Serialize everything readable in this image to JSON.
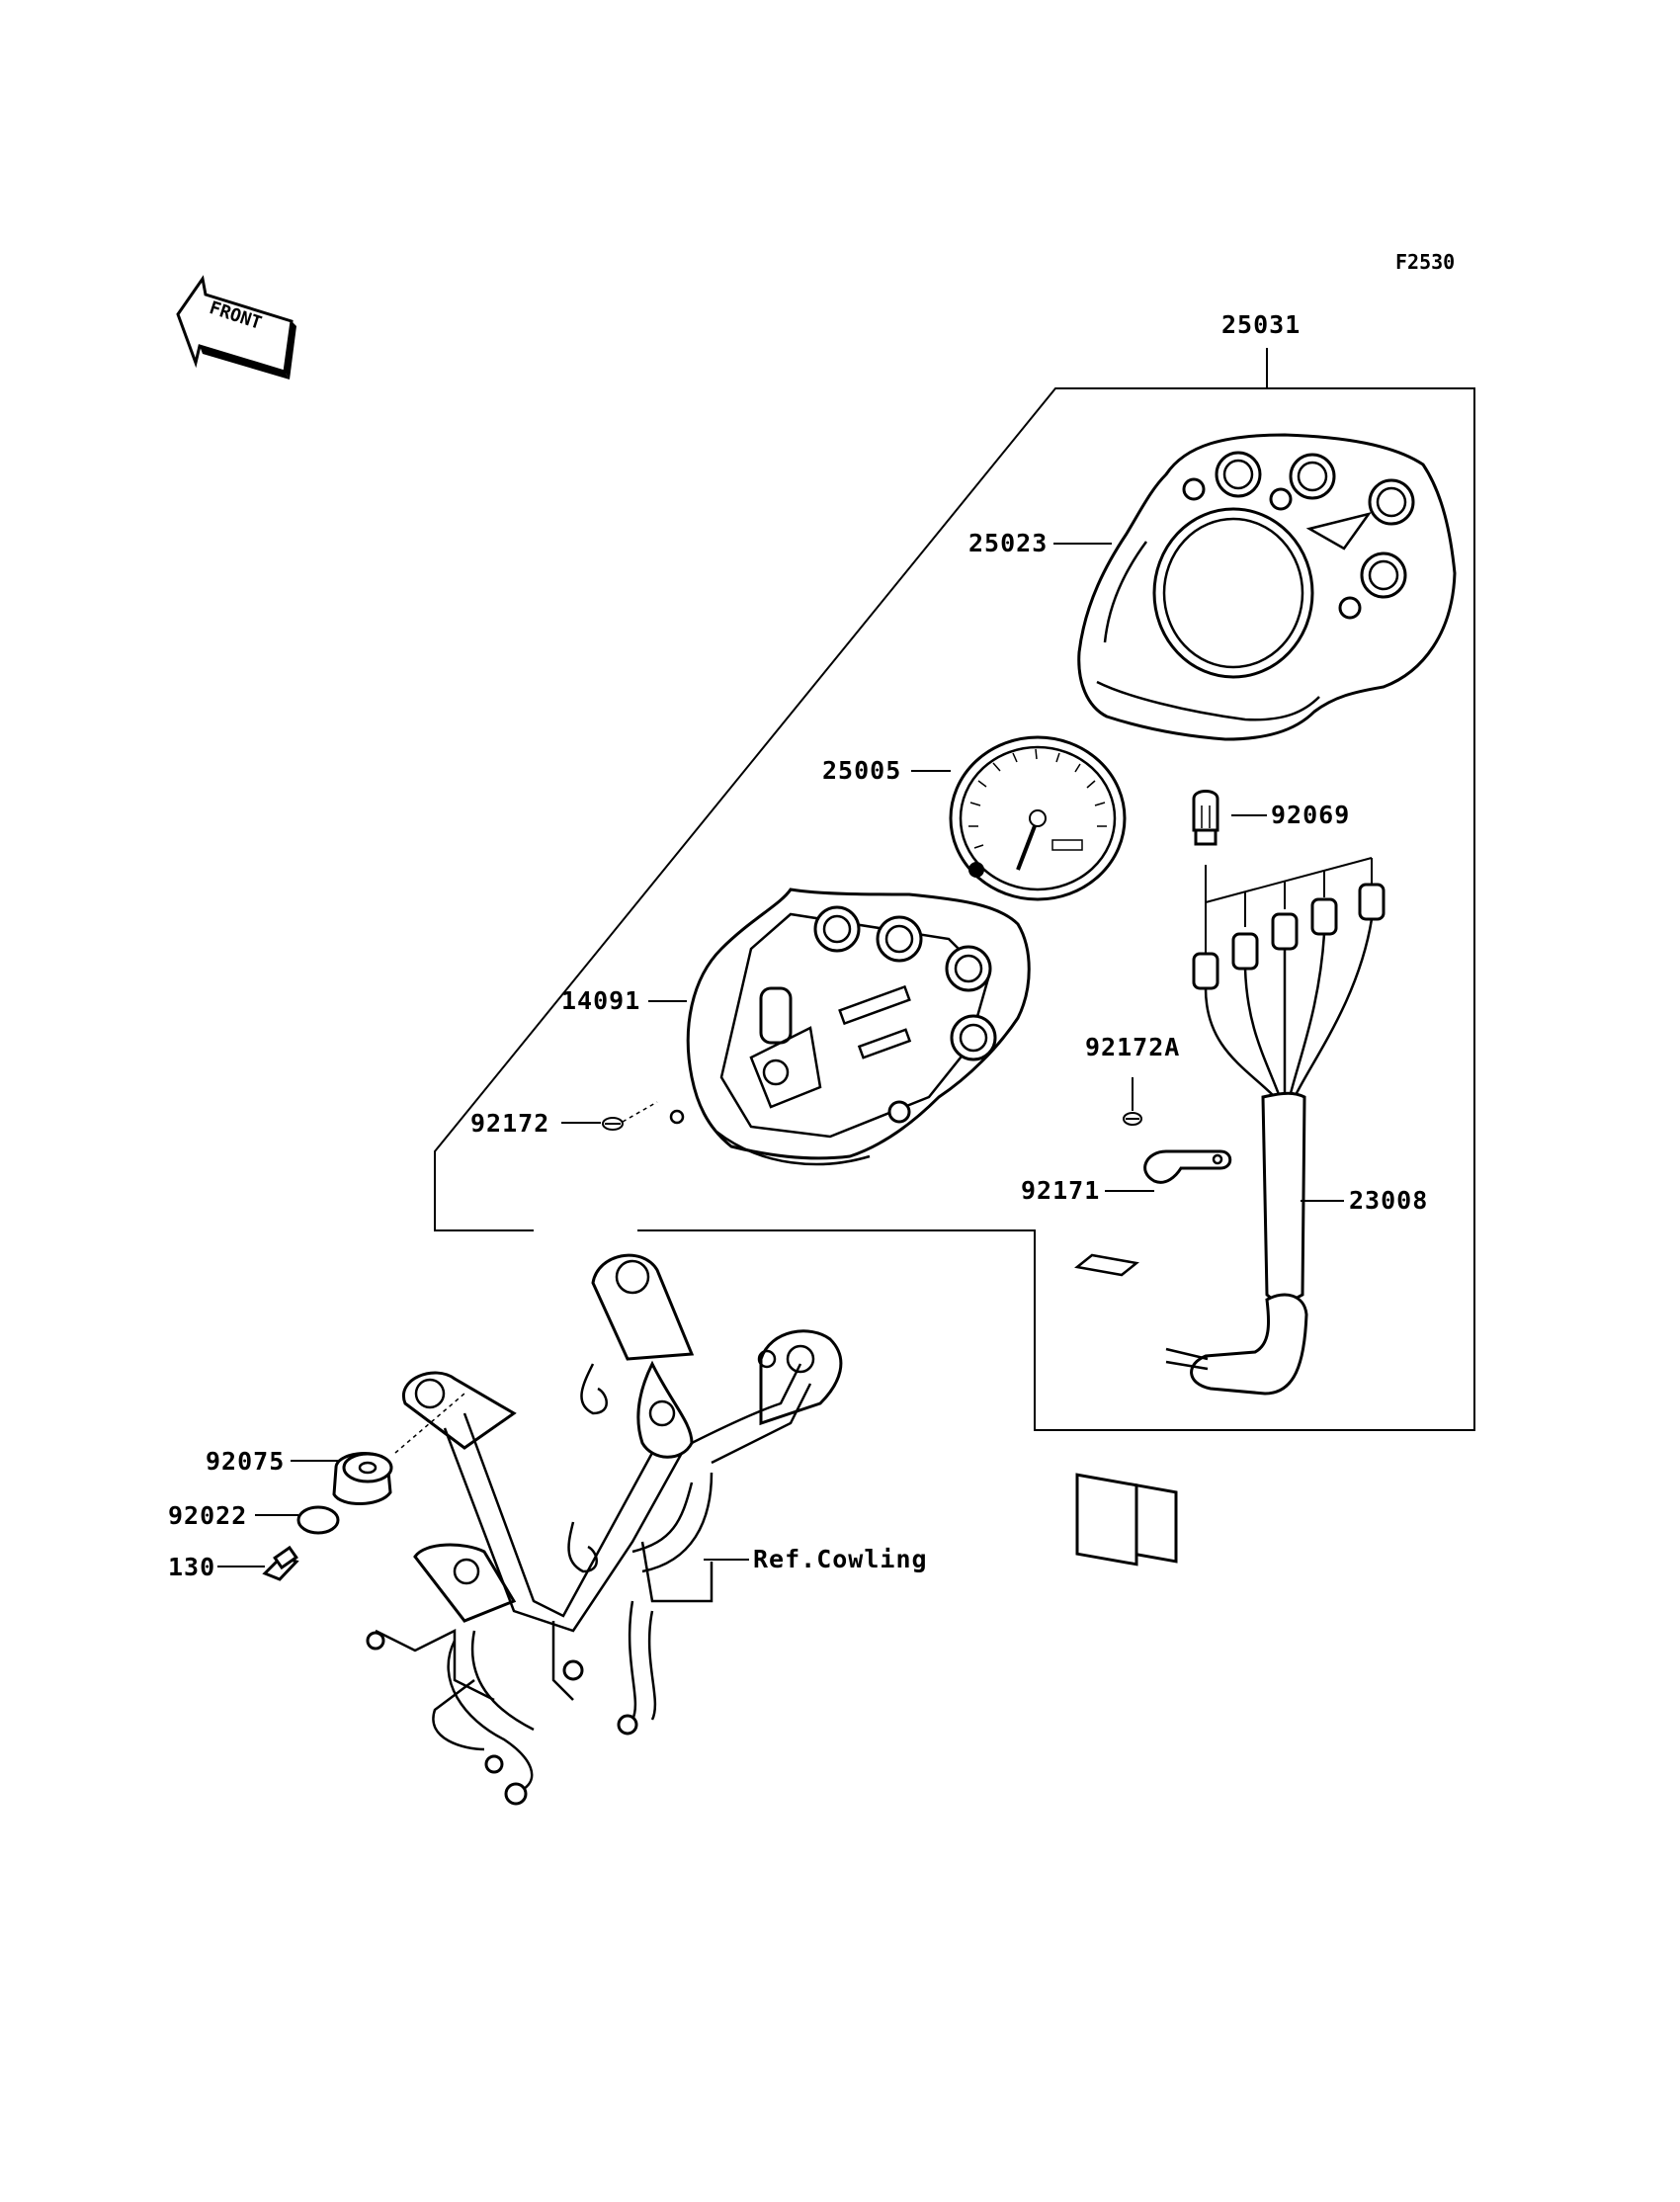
{
  "diagram_code": "F2530",
  "front_label": "FRONT",
  "reference_label": "Ref.Cowling",
  "callouts": {
    "assembly": "25031",
    "cover_upper": "25023",
    "speedometer": "25005",
    "bulb": "92069",
    "case_lower": "14091",
    "screw_92172a": "92172A",
    "screw_92172": "92172",
    "clamp": "92171",
    "harness": "23008",
    "damper": "92075",
    "washer": "92022",
    "bolt": "130"
  }
}
